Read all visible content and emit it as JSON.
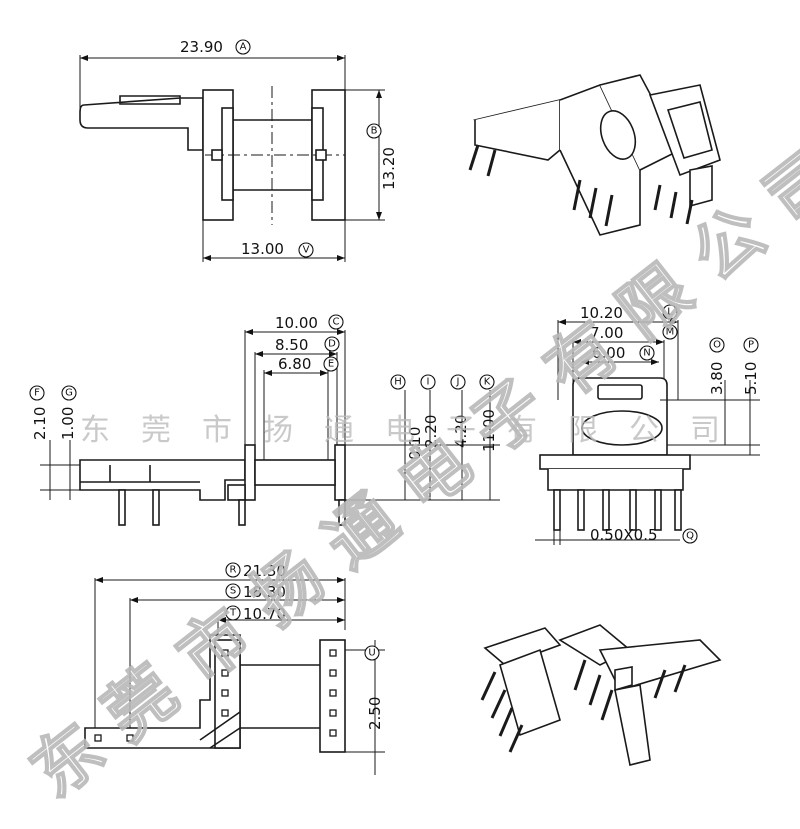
{
  "watermark": {
    "diagonal": "东莞市扬通电子有限公司",
    "horizontal": "东莞市扬通电子有限公司"
  },
  "views": {
    "top": {
      "width": {
        "value": "23.90",
        "code": "A"
      },
      "height": {
        "value": "13.20",
        "code": "B"
      },
      "body_width": {
        "value": "13.00",
        "code": "V"
      }
    },
    "front": {
      "d_c": {
        "value": "10.00",
        "code": "C"
      },
      "d_d": {
        "value": "8.50",
        "code": "D"
      },
      "d_e": {
        "value": "6.80",
        "code": "E"
      },
      "d_f": {
        "value": "2.10",
        "code": "F"
      },
      "d_g": {
        "value": "1.00",
        "code": "G"
      },
      "d_h": {
        "value": "0.10",
        "code": "H"
      },
      "d_i": {
        "value": "2.20",
        "code": "I"
      },
      "d_j": {
        "value": "4.20",
        "code": "J"
      },
      "d_k": {
        "value": "11.00",
        "code": "K"
      }
    },
    "side": {
      "d_l": {
        "value": "10.20",
        "code": "L"
      },
      "d_m": {
        "value": "7.00",
        "code": "M"
      },
      "d_n": {
        "value": "6.00",
        "code": "N"
      },
      "d_o": {
        "value": "3.80",
        "code": "O"
      },
      "d_p": {
        "value": "5.10",
        "code": "P"
      },
      "pin": {
        "value": "0.50X0.5",
        "code": "Q"
      }
    },
    "bottom": {
      "d_r": {
        "value": "21.30",
        "code": "R"
      },
      "d_s": {
        "value": "18.30",
        "code": "S"
      },
      "d_t": {
        "value": "10.70",
        "code": "T"
      },
      "d_u": {
        "value": "2.50",
        "code": "U"
      }
    }
  }
}
